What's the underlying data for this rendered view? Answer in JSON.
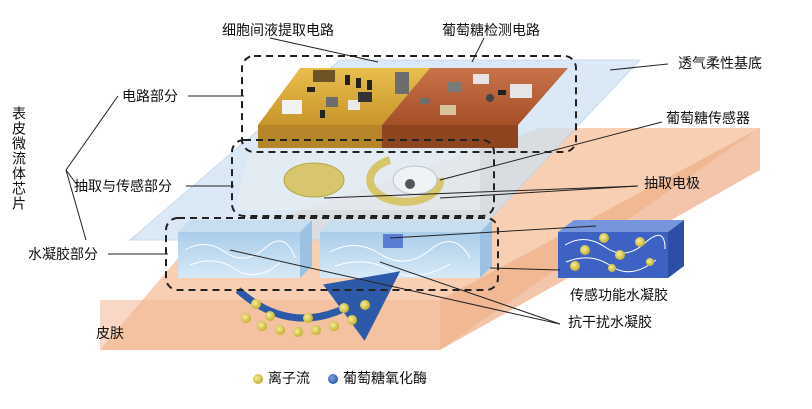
{
  "labels": {
    "vertical_title": "表皮微流体芯片",
    "circuit_part": "电路部分",
    "extraction_sensing_part": "抽取与传感部分",
    "hydrogel_part": "水凝胶部分",
    "isf_extraction_circuit": "细胞间液提取电路",
    "glucose_detection_circuit": "葡萄糖检测电路",
    "breathable_substrate": "透气柔性基底",
    "glucose_sensor": "葡萄糖传感器",
    "extraction_electrode": "抽取电极",
    "sensing_hydrogel": "传感功能水凝胶",
    "anti_interference_hydrogel": "抗干扰水凝胶",
    "skin": "皮肤"
  },
  "legend": [
    {
      "label": "离子流",
      "color": "#d6c94a",
      "icon": "yellow-dot-icon"
    },
    {
      "label": "葡萄糖氧化酶",
      "color": "#3f6fc9",
      "icon": "blue-dot-icon"
    }
  ],
  "colors": {
    "skin": "#f6c7a6",
    "substrate": "#d7e6f3",
    "pcb_gold": "#d9a936",
    "pcb_copper": "#b65e32",
    "hydrogel": "#b7d6ee",
    "sensing_hydrogel": "#3d62c4"
  }
}
